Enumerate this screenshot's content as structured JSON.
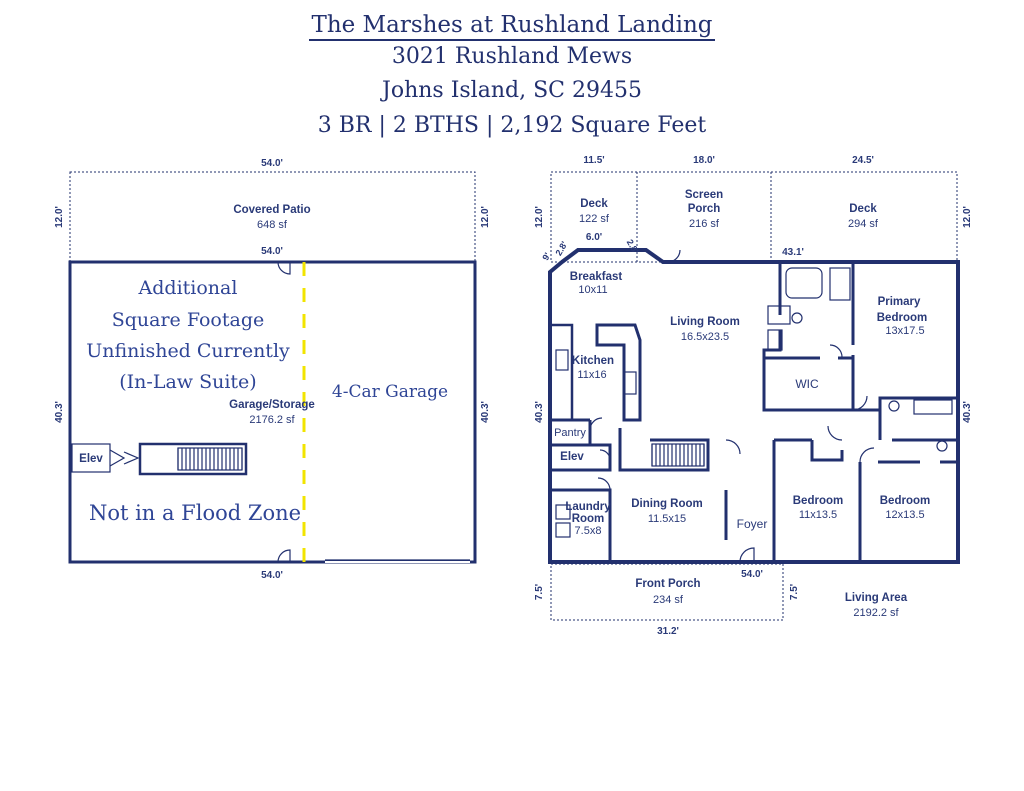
{
  "header": {
    "title": "The Marshes at Rushland Landing",
    "address": "3021 Rushland Mews",
    "city": "Johns Island, SC 29455",
    "specs": "3 BR | 2 BTHS | 2,192 Square Feet"
  },
  "left_plan": {
    "patio": {
      "name": "Covered Patio",
      "area": "648 sf"
    },
    "dims": {
      "top": "54.0'",
      "wall_top": "54.0'",
      "bottom": "54.0'",
      "left_patio": "12.0'",
      "right_patio": "12.0'",
      "left_side": "40.3'",
      "right_side": "40.3'"
    },
    "garage_storage": {
      "name": "Garage/Storage",
      "area": "2176.2 sf"
    },
    "elev": "Elev",
    "notes": {
      "line1": "Additional",
      "line2": "Square Footage",
      "line3": "Unfinished Currently",
      "line4": "(In-Law Suite)",
      "garage": "4-Car Garage",
      "flood": "Not in a Flood Zone"
    }
  },
  "right_plan": {
    "dims": {
      "deck_left_w": "11.5'",
      "screen_w": "18.0'",
      "deck_right_w": "24.5'",
      "left_outer": "12.0'",
      "right_outer": "12.0'",
      "nook": "6.0'",
      "angle_left_a": "9'",
      "angle_left_b": "2.8'",
      "angle_right": "2.8'",
      "back_wall": "43.1'",
      "left_side": "40.3'",
      "right_side": "40.3'",
      "front_wall": "54.0'",
      "porch_left": "7.5'",
      "porch_right": "7.5'",
      "porch_w": "31.2'"
    },
    "deck_left": {
      "name": "Deck",
      "area": "122 sf"
    },
    "screen_porch": {
      "name": "Screen Porch",
      "line1": "Screen",
      "line2": "Porch",
      "area": "216 sf"
    },
    "deck_right": {
      "name": "Deck",
      "area": "294 sf"
    },
    "breakfast": {
      "name": "Breakfast",
      "size": "10x11"
    },
    "living_room": {
      "name": "Living Room",
      "size": "16.5x23.5"
    },
    "primary_bedroom": {
      "line1": "Primary",
      "line2": "Bedroom",
      "size": "13x17.5"
    },
    "kitchen": {
      "name": "Kitchen",
      "size": "11x16"
    },
    "wic": "WIC",
    "pantry": "Pantry",
    "elev": "Elev",
    "laundry": {
      "line1": "Laundry",
      "line2": "Room",
      "size": "7.5x8"
    },
    "dining_room": {
      "name": "Dining Room",
      "size": "11.5x15"
    },
    "foyer": "Foyer",
    "bedroom_left": {
      "name": "Bedroom",
      "size": "11x13.5"
    },
    "bedroom_right": {
      "name": "Bedroom",
      "size": "12x13.5"
    },
    "front_porch": {
      "name": "Front Porch",
      "area": "234 sf"
    },
    "living_area": {
      "name": "Living Area",
      "area": "2192.2 sf"
    }
  }
}
